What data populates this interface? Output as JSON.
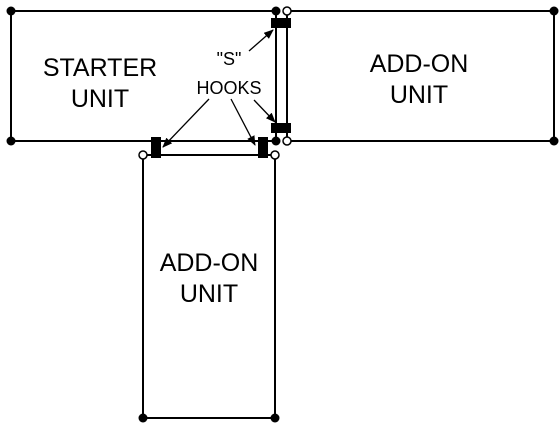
{
  "diagram": {
    "starter_unit": {
      "line1": "STARTER",
      "line2": "UNIT"
    },
    "add_on_unit_right": {
      "line1": "ADD-ON",
      "line2": "UNIT"
    },
    "add_on_unit_bottom": {
      "line1": "ADD-ON",
      "line2": "UNIT"
    },
    "hooks_label": {
      "line1": "\"S\"",
      "line2": "HOOKS"
    }
  },
  "colors": {
    "line": "#000000",
    "background": "#ffffff"
  }
}
